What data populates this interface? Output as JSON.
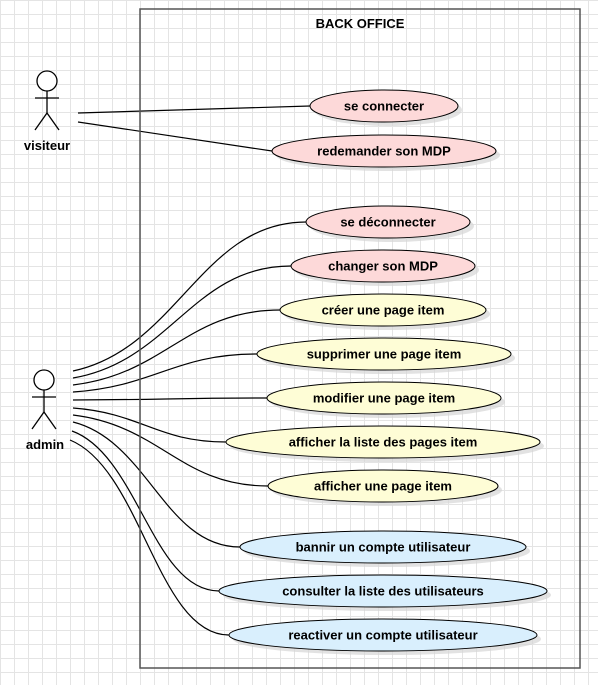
{
  "system": {
    "title": "BACK OFFICE"
  },
  "actors": [
    {
      "id": "visiteur",
      "label": "visiteur"
    },
    {
      "id": "admin",
      "label": "admin"
    }
  ],
  "colors": {
    "red_fill": "#fdd9d9",
    "yellow_fill": "#fefdd6",
    "blue_fill": "#d9effd",
    "stroke": "#000000",
    "boundary": "#555555"
  },
  "use_cases": [
    {
      "label": "se connecter",
      "color": "red",
      "actor": "visiteur"
    },
    {
      "label": "redemander son MDP",
      "color": "red",
      "actor": "visiteur"
    },
    {
      "label": "se déconnecter",
      "color": "red",
      "actor": "admin"
    },
    {
      "label": "changer son MDP",
      "color": "red",
      "actor": "admin"
    },
    {
      "label": "créer une page item",
      "color": "yellow",
      "actor": "admin"
    },
    {
      "label": "supprimer une page item",
      "color": "yellow",
      "actor": "admin"
    },
    {
      "label": "modifier une page item",
      "color": "yellow",
      "actor": "admin"
    },
    {
      "label": "afficher la liste des pages item",
      "color": "yellow",
      "actor": "admin"
    },
    {
      "label": "afficher une page item",
      "color": "yellow",
      "actor": "admin"
    },
    {
      "label": "bannir un compte utilisateur",
      "color": "blue",
      "actor": "admin"
    },
    {
      "label": "consulter la liste des utilisateurs",
      "color": "blue",
      "actor": "admin"
    },
    {
      "label": "reactiver un compte utilisateur",
      "color": "blue",
      "actor": "admin"
    }
  ]
}
